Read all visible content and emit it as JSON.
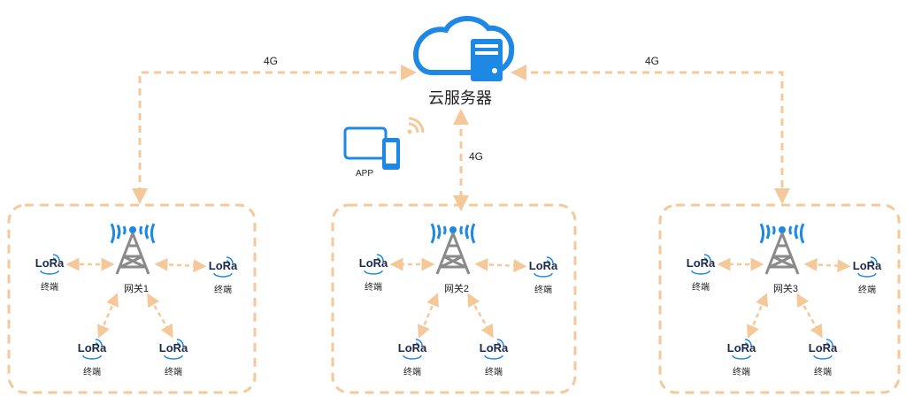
{
  "cloud": {
    "label": "云服务器"
  },
  "links": {
    "left": "4G",
    "right": "4G",
    "center": "4G"
  },
  "app": {
    "label": "APP"
  },
  "gateways": [
    {
      "label": "网关1",
      "terminals": [
        "终端",
        "终端",
        "终端",
        "终端"
      ]
    },
    {
      "label": "网关2",
      "terminals": [
        "终端",
        "终端",
        "终端",
        "终端"
      ]
    },
    {
      "label": "网关3",
      "terminals": [
        "终端",
        "终端",
        "终端",
        "终端"
      ]
    }
  ],
  "lora_logo": "LoRa",
  "colors": {
    "dash": "#f5c89a",
    "blue": "#1e88e5",
    "tower": "#8a8a8a",
    "text": "#222222"
  },
  "icons": {
    "cloud": "cloud-server-icon",
    "tower": "tower-icon",
    "app": "tablet-phone-icon",
    "lora": "lora-icon",
    "wifi": "wifi-signal-icon"
  }
}
